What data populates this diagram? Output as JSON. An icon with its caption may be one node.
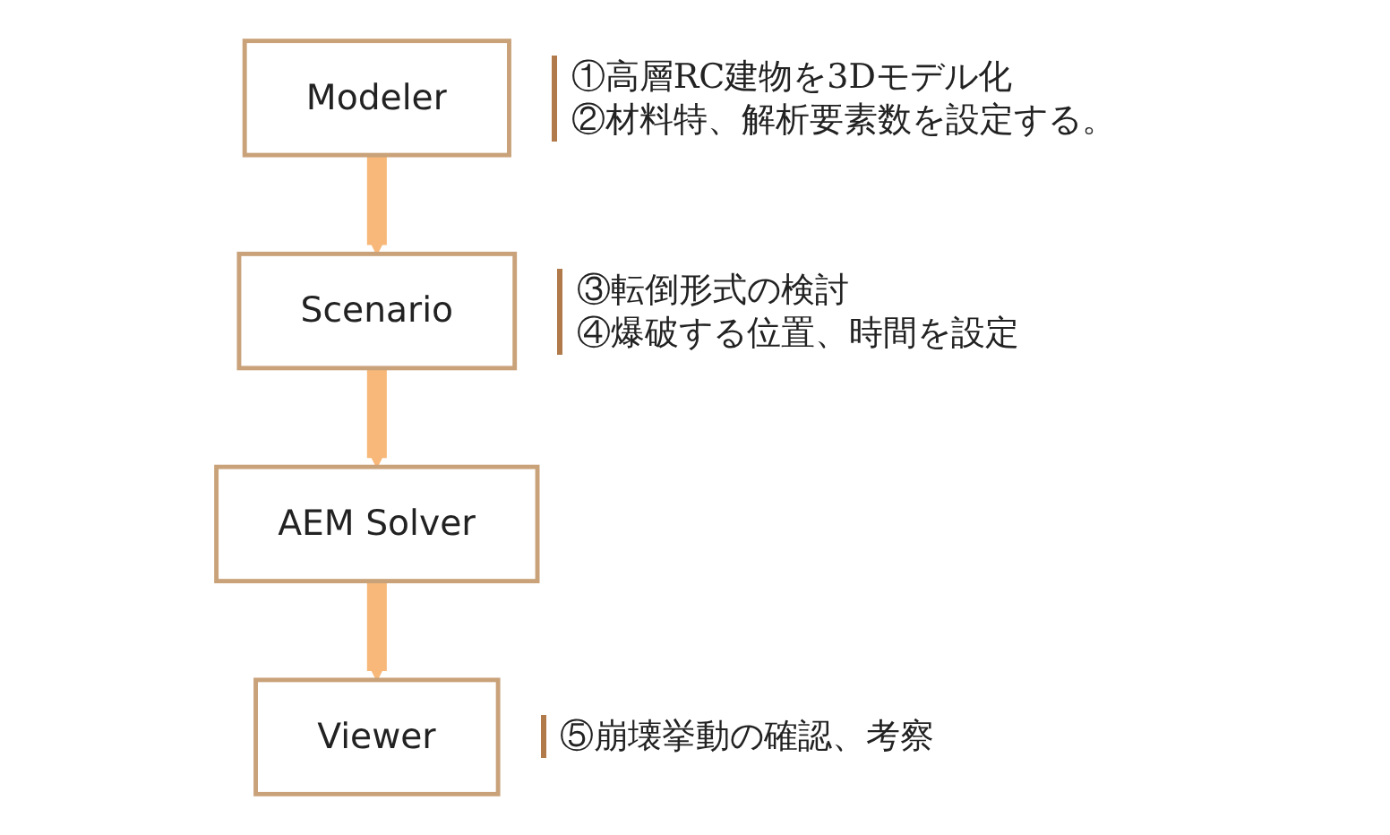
{
  "diagram": {
    "nodes": [
      {
        "text": [
          "Modeler"
        ],
        "beside": [
          "①高層RC建物を3Dモデル化",
          "②材料特、解析要素数を設定する。"
        ]
      },
      {
        "text": [
          "Scenario"
        ],
        "beside": [
          "③転倒形式の検討",
          "④爆破する位置、時間を設定"
        ]
      },
      {
        "text": [
          "AEM Solver"
        ]
      },
      {
        "text": [
          "Viewer"
        ],
        "beside": [
          "⑤崩壊挙動の確認、考察"
        ]
      }
    ],
    "edges": [
      {
        "from": 0,
        "to": 1,
        "arrow": "to"
      },
      {
        "from": 1,
        "to": 2,
        "arrow": "to"
      },
      {
        "from": 2,
        "to": 3,
        "arrow": "to"
      }
    ]
  }
}
